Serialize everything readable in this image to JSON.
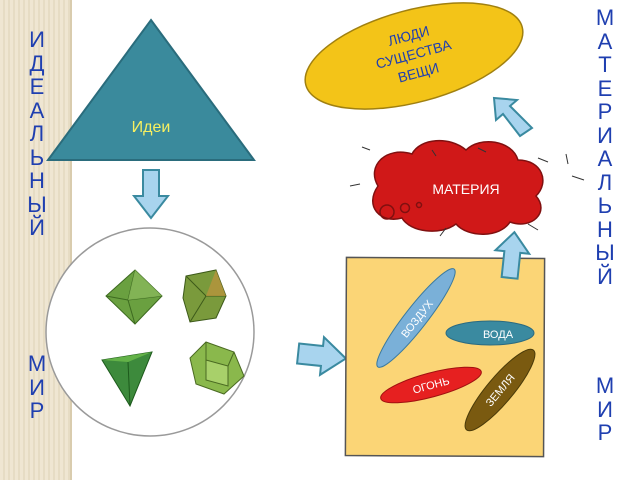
{
  "left_column": {
    "letters": [
      "И",
      "Д",
      "Е",
      "А",
      "Л",
      "Ь",
      "Н",
      "Ы",
      "Й"
    ],
    "word2": [
      "М",
      "И",
      "Р"
    ]
  },
  "right_column": {
    "letters": [
      "М",
      "А",
      "Т",
      "Е",
      "Р",
      "И",
      "А",
      "Л",
      "Ь",
      "Н",
      "Ы",
      "Й"
    ],
    "word2": [
      "М",
      "И",
      "Р"
    ]
  },
  "triangle_label": "Идеи",
  "cloud_label": "МАТЕРИЯ",
  "ellipse_top": {
    "lines": [
      "ЛЮДИ",
      "СУЩЕСТВА",
      "ВЕЩИ"
    ]
  },
  "elements": {
    "air": "ВОЗДУХ",
    "water": "ВОДА",
    "fire": "ОГОНЬ",
    "earth": "ЗЕМЛЯ"
  },
  "colors": {
    "triangle": "#3a8a9c",
    "ellipse_yellow": "#f3c418",
    "cloud_red": "#d01818",
    "square_yellow": "#fbd576",
    "air": "#7ab0d8",
    "water": "#3a8aa0",
    "fire": "#e62020",
    "earth": "#7a5a10",
    "arrow_fill": "#a8d4ee",
    "arrow_stroke": "#3a8aa0",
    "text_blue": "#1f3fb0"
  },
  "icons": [
    "octahedron-icon",
    "cube-icon",
    "tetrahedron-icon",
    "icosahedron-icon"
  ]
}
